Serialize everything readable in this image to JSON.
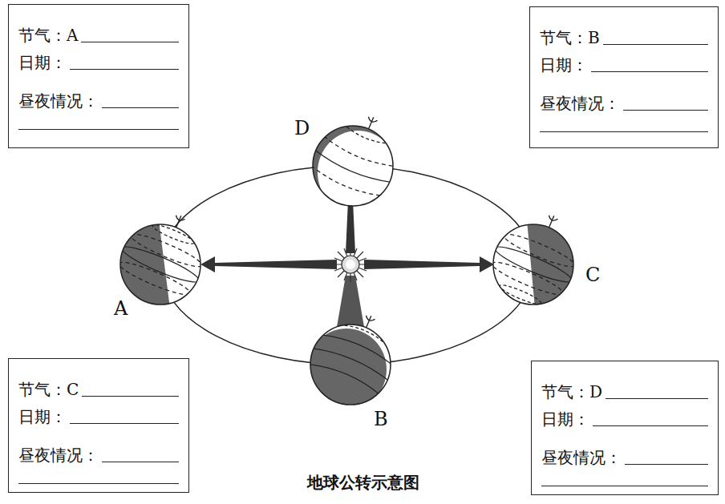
{
  "diagram": {
    "caption": "地球公转示意图",
    "nodes": [
      {
        "text": [
          "节气：A",
          "日期：",
          "昼夜情况："
        ]
      },
      {
        "text": [
          "节气：B",
          "日期：",
          "昼夜情况："
        ]
      },
      {
        "text": [
          "节气：C",
          "日期：",
          "昼夜情况："
        ]
      },
      {
        "text": [
          "节气：D",
          "日期：",
          "昼夜情况："
        ]
      }
    ],
    "labels": [
      "D",
      "A",
      "C",
      "B"
    ]
  }
}
